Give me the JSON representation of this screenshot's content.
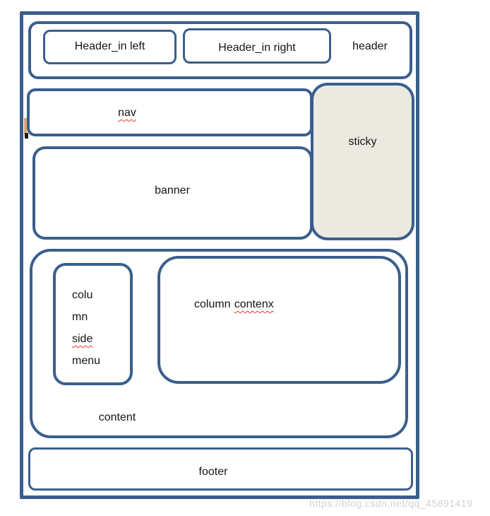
{
  "diagram": {
    "header": {
      "label": "header",
      "left_box_label": "Header_in left",
      "right_box_label": "Header_in right"
    },
    "nav": {
      "label": "nav"
    },
    "sticky": {
      "label": "sticky"
    },
    "banner": {
      "label": "banner"
    },
    "content": {
      "label": "content",
      "side_menu": {
        "line1": "colu",
        "line2": "mn",
        "line3": "side",
        "line4": "menu"
      },
      "column_content": {
        "word1": "column",
        "word2": "contenx"
      }
    },
    "footer": {
      "label": "footer"
    },
    "watermark": "https://blog.csdn.net/qq_45891419"
  },
  "colors": {
    "box_border_blue": "#3A5F8E",
    "sticky_fill": "#ECEAE0",
    "spellcheck_squiggle_red": "#E8352B",
    "watermark_gray": "#D2D2D2",
    "artifact_tan": "#DCA768"
  },
  "misspelled_words": [
    "nav",
    "side",
    "contenx"
  ]
}
